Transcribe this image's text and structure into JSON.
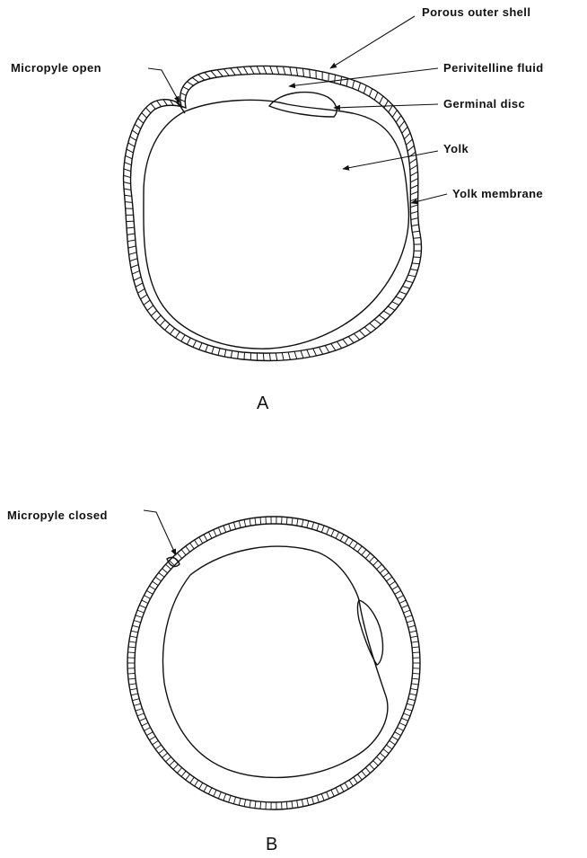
{
  "diagram_a": {
    "letter": "A",
    "labels": {
      "porous_outer_shell": "Porous outer shell",
      "perivitelline_fluid": "Perivitelline fluid",
      "germinal_disc": "Germinal disc",
      "yolk": "Yolk",
      "yolk_membrane": "Yolk membrane",
      "micropyle_open": "Micropyle open"
    }
  },
  "diagram_b": {
    "letter": "B",
    "labels": {
      "micropyle_closed": "Micropyle closed"
    }
  },
  "colors": {
    "ink": "#111111",
    "background": "#ffffff"
  }
}
